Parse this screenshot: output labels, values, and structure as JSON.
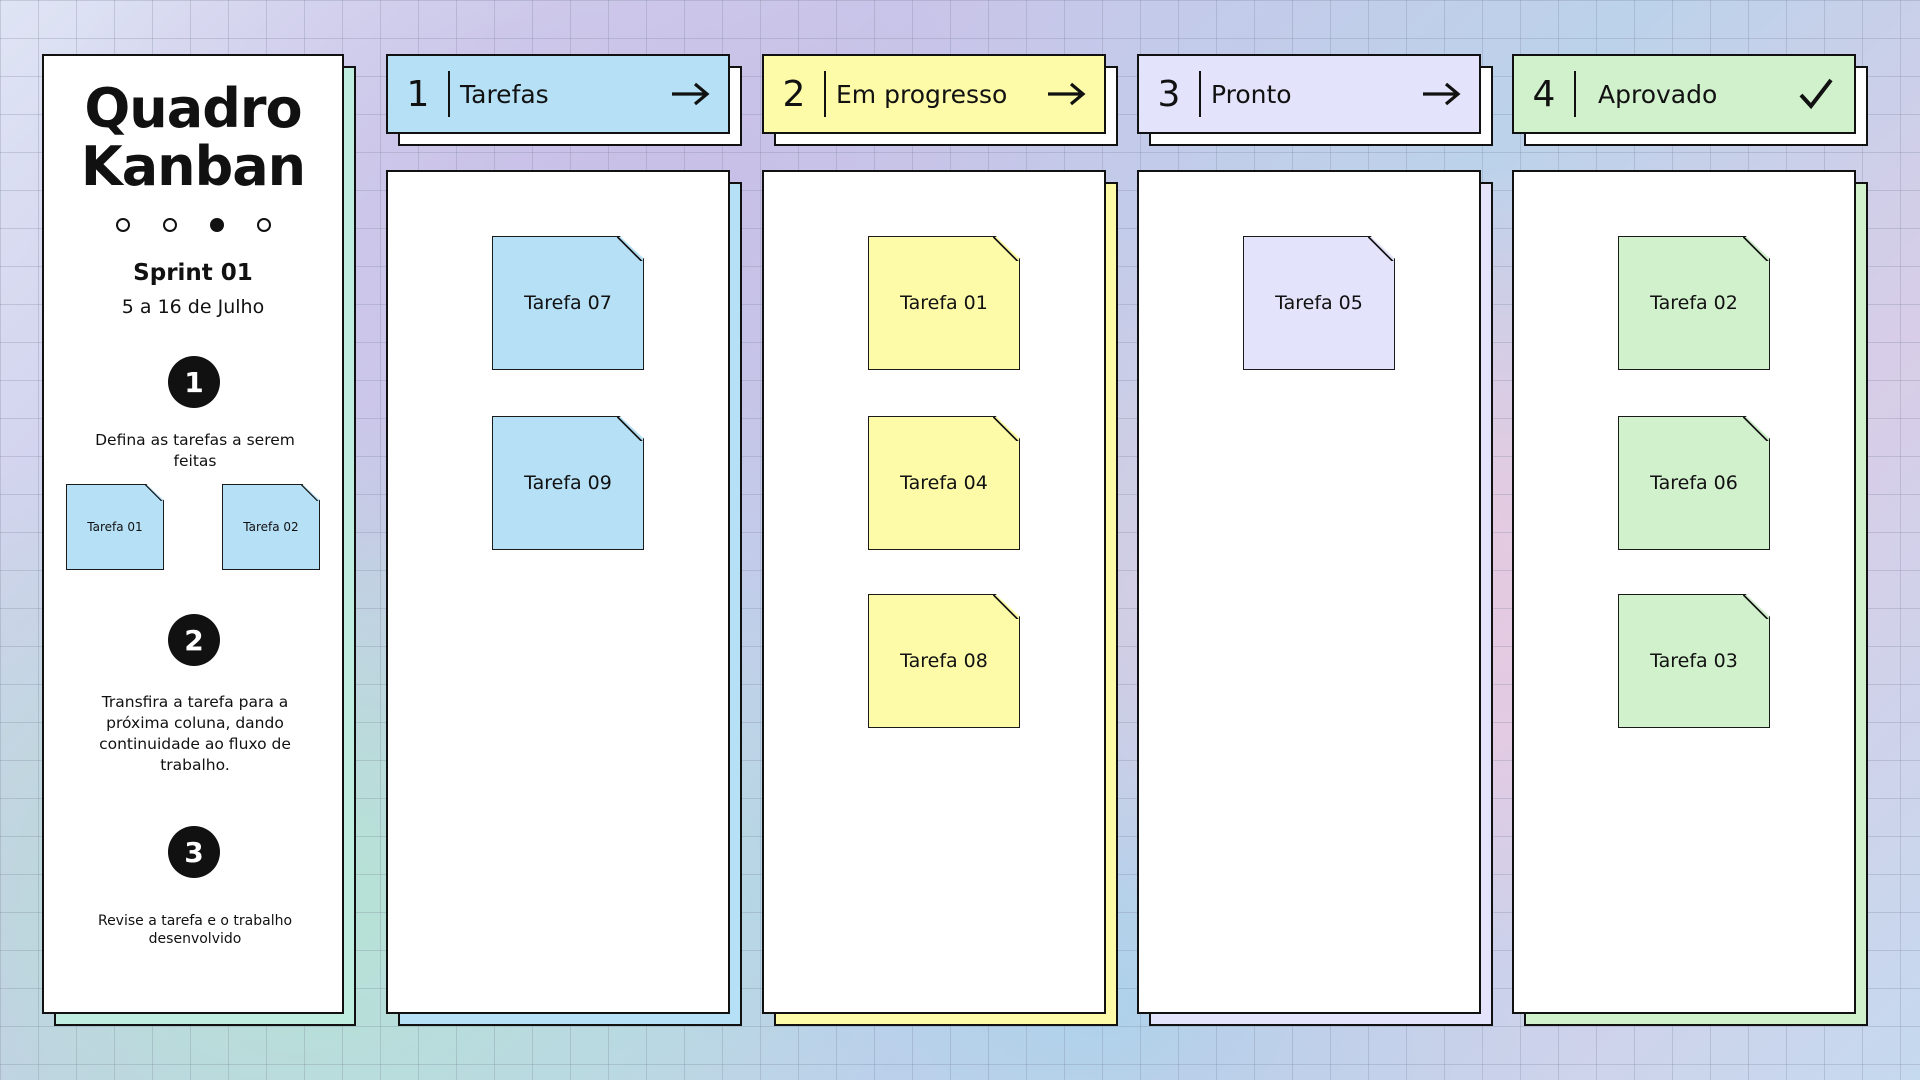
{
  "board": {
    "title_line1": "Quadro",
    "title_line2": "Kanban",
    "sprint": "Sprint 01",
    "dates": "5 a 16 de Julho"
  },
  "steps": [
    {
      "number": "1",
      "text": "Defina as tarefas a serem feitas"
    },
    {
      "number": "2",
      "text": "Transfira a tarefa para a próxima coluna, dando continuidade ao fluxo de trabalho."
    },
    {
      "number": "3",
      "text": "Revise a tarefa e o trabalho desenvolvido"
    }
  ],
  "examples": [
    "Tarefa 01",
    "Tarefa 02"
  ],
  "columns": [
    {
      "number": "1",
      "label": "Tarefas",
      "icon": "arrow-right-icon",
      "color": "#b6e0f6",
      "cards": [
        "Tarefa 07",
        "Tarefa 09"
      ]
    },
    {
      "number": "2",
      "label": "Em progresso",
      "icon": "arrow-right-icon",
      "color": "#fdfba8",
      "cards": [
        "Tarefa 01",
        "Tarefa 04",
        "Tarefa 08"
      ]
    },
    {
      "number": "3",
      "label": "Pronto",
      "icon": "arrow-right-icon",
      "color": "#e3e3fb",
      "cards": [
        "Tarefa 05"
      ]
    },
    {
      "number": "4",
      "label": "Aprovado",
      "icon": "check-icon",
      "color": "#d1f0cc",
      "cards": [
        "Tarefa 02",
        "Tarefa 06",
        "Tarefa 03"
      ]
    }
  ]
}
